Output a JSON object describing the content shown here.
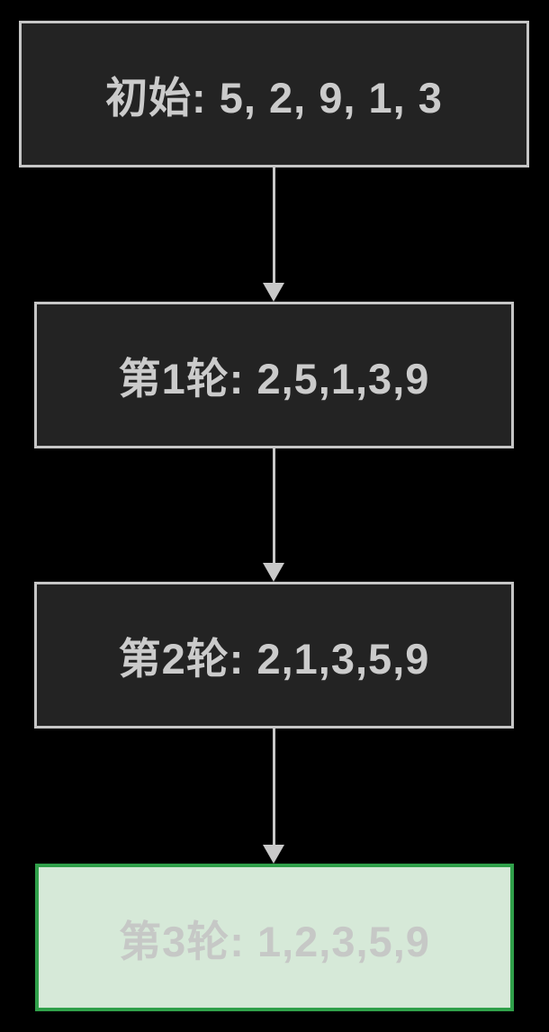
{
  "flowchart": {
    "description": "Bubble sort passes flowchart",
    "nodes": [
      {
        "id": "start",
        "label": "初始: 5, 2, 9, 1, 3",
        "variant": "dark"
      },
      {
        "id": "pass1",
        "label": "第1轮: 2,5,1,3,9",
        "variant": "dark"
      },
      {
        "id": "pass2",
        "label": "第2轮: 2,1,3,5,9",
        "variant": "dark"
      },
      {
        "id": "pass3",
        "label": "第3轮: 1,2,3,5,9",
        "variant": "result-highlight"
      }
    ],
    "edges": [
      {
        "from": "start",
        "to": "pass1"
      },
      {
        "from": "pass1",
        "to": "pass2"
      },
      {
        "from": "pass2",
        "to": "pass3"
      }
    ],
    "colors": {
      "page_background": "#000000",
      "node_fill_dark": "#232323",
      "node_border_light": "#c6c6c6",
      "node_text_light": "#cbcbcb",
      "result_fill": "#d6e9d8",
      "result_border": "#30a04a",
      "result_text": "#c6c8c6",
      "arrow": "#c9c9c9"
    }
  }
}
